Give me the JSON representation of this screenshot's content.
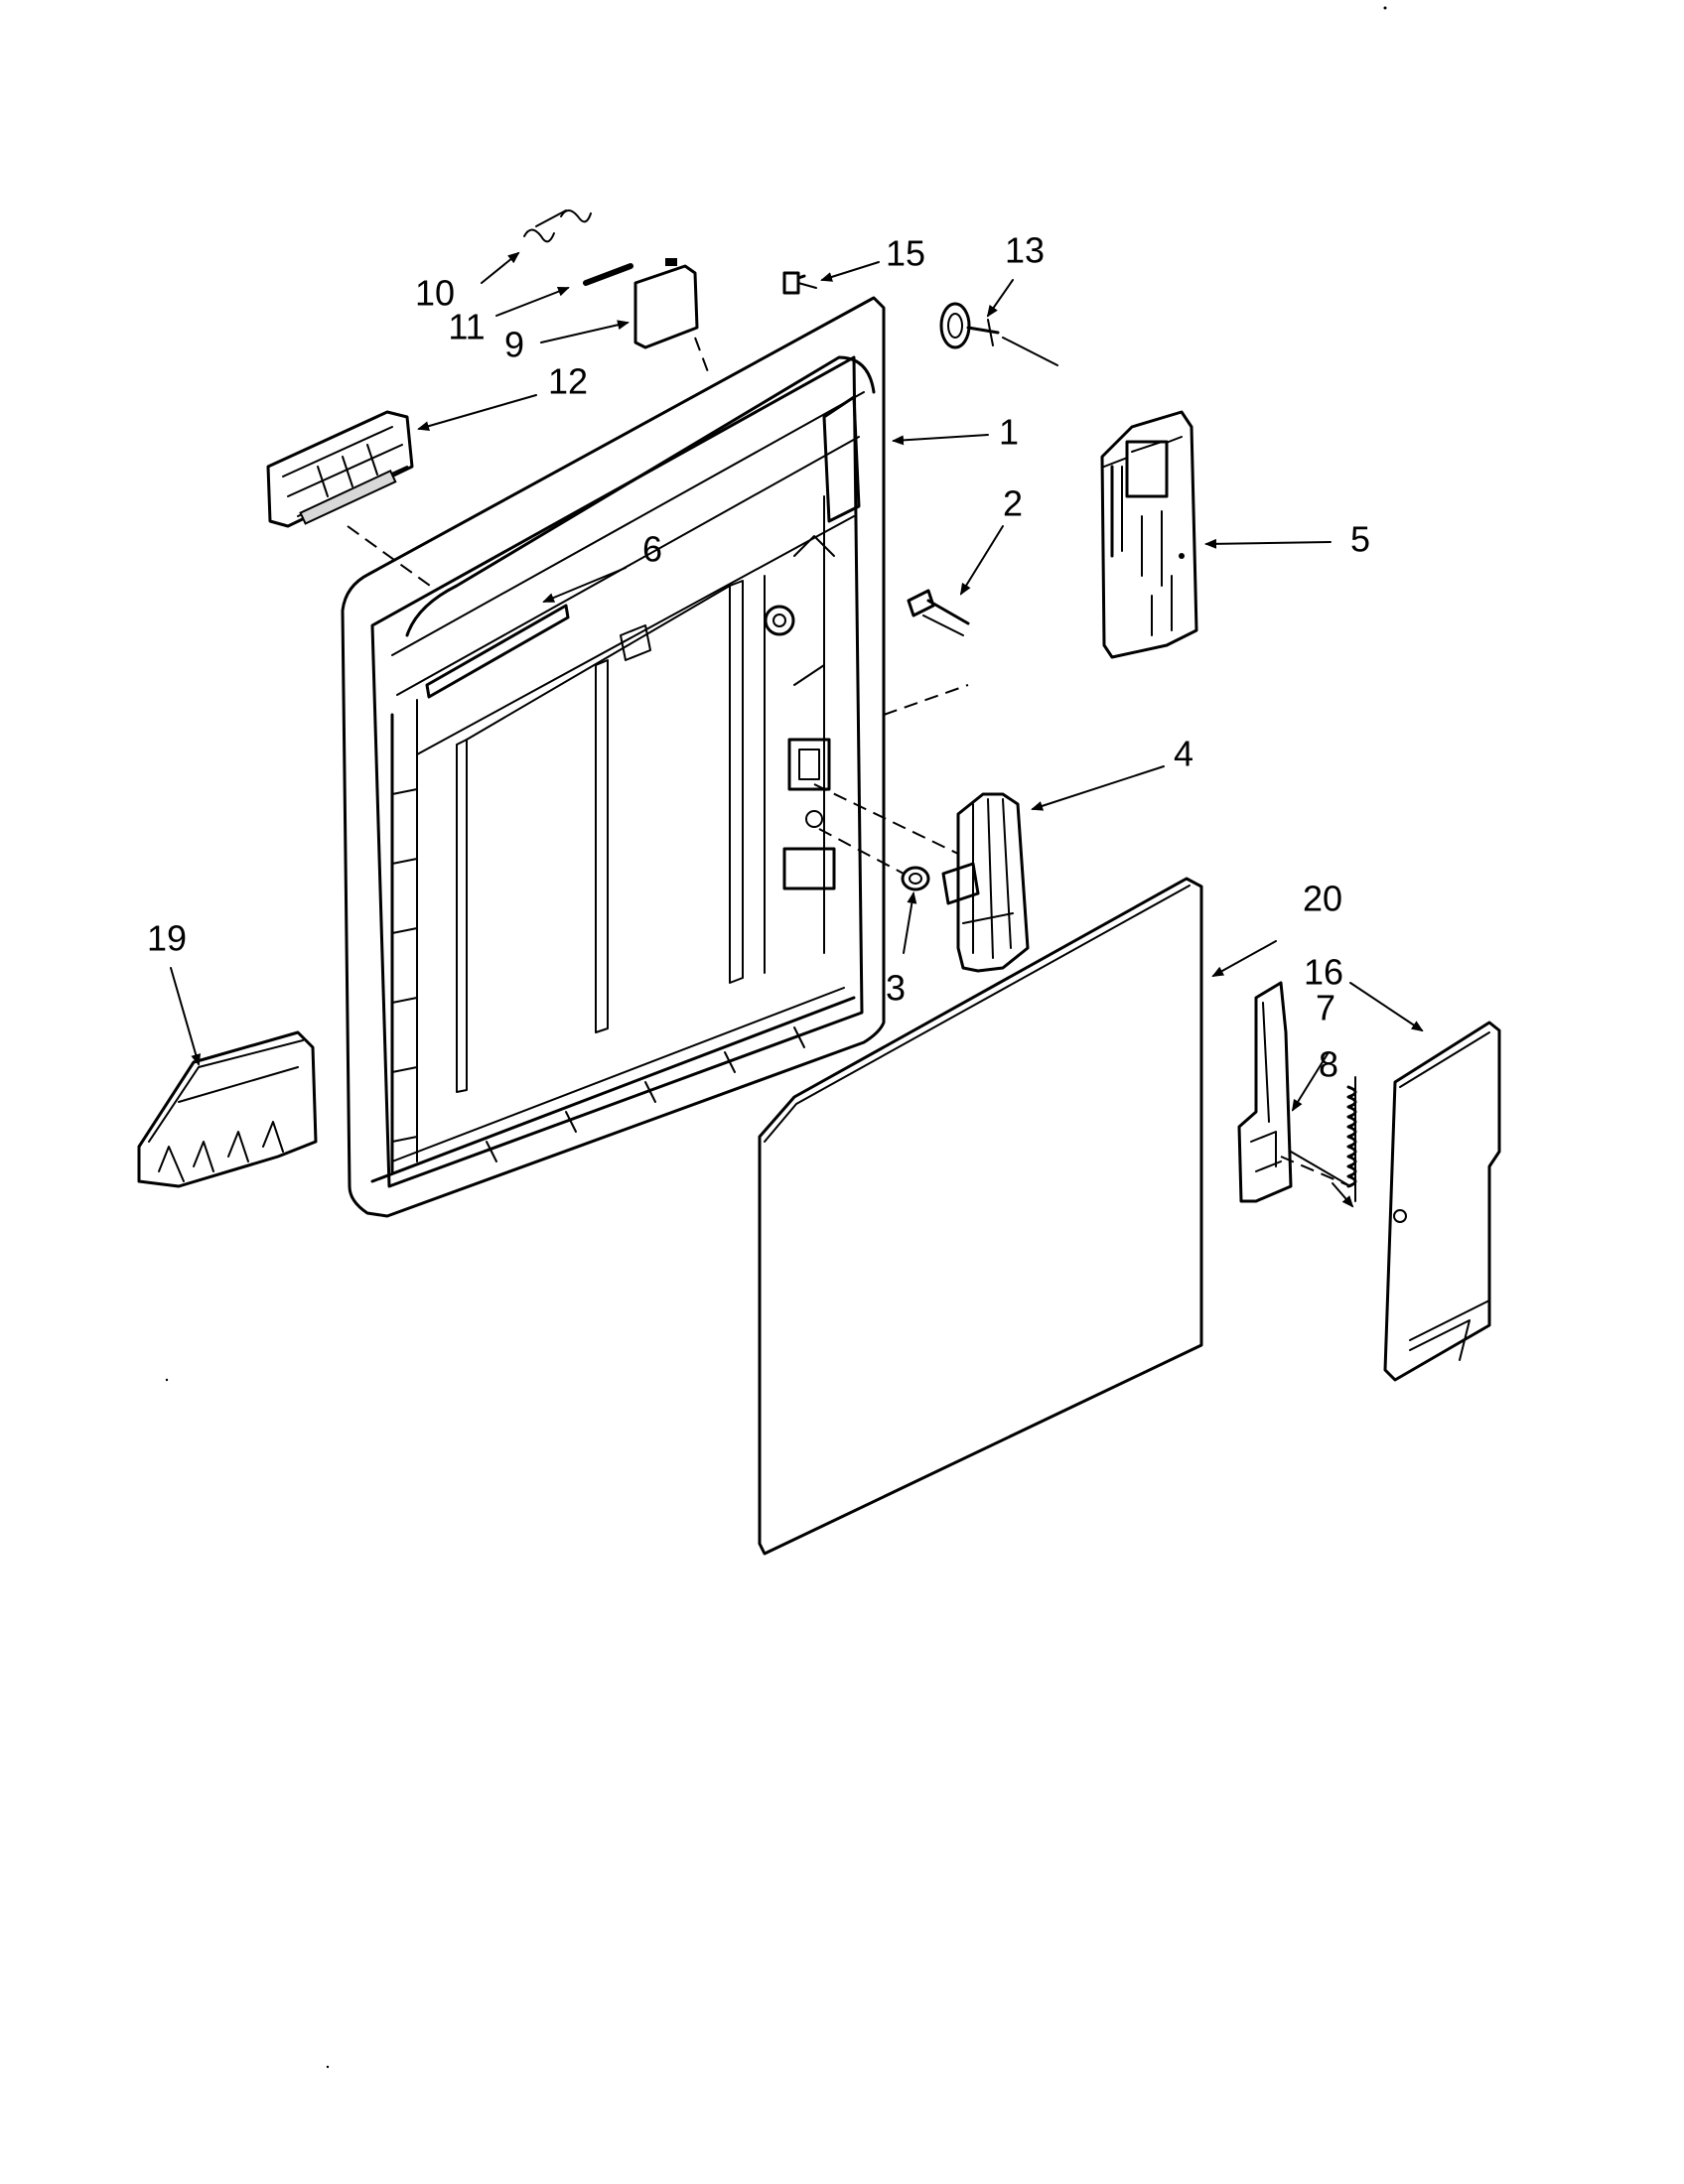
{
  "callouts": [
    {
      "id": "1",
      "text": "1"
    },
    {
      "id": "2",
      "text": "2"
    },
    {
      "id": "3",
      "text": "3"
    },
    {
      "id": "4",
      "text": "4"
    },
    {
      "id": "5",
      "text": "5"
    },
    {
      "id": "6",
      "text": "6"
    },
    {
      "id": "7",
      "text": "7"
    },
    {
      "id": "8",
      "text": "8"
    },
    {
      "id": "9",
      "text": "9"
    },
    {
      "id": "10",
      "text": "10"
    },
    {
      "id": "11",
      "text": "11"
    },
    {
      "id": "12",
      "text": "12"
    },
    {
      "id": "13",
      "text": "13"
    },
    {
      "id": "15",
      "text": "15"
    },
    {
      "id": "16",
      "text": "16"
    },
    {
      "id": "19",
      "text": "19"
    },
    {
      "id": "20",
      "text": "20"
    }
  ],
  "colors": {
    "ink": "#000000",
    "paper": "#ffffff"
  }
}
